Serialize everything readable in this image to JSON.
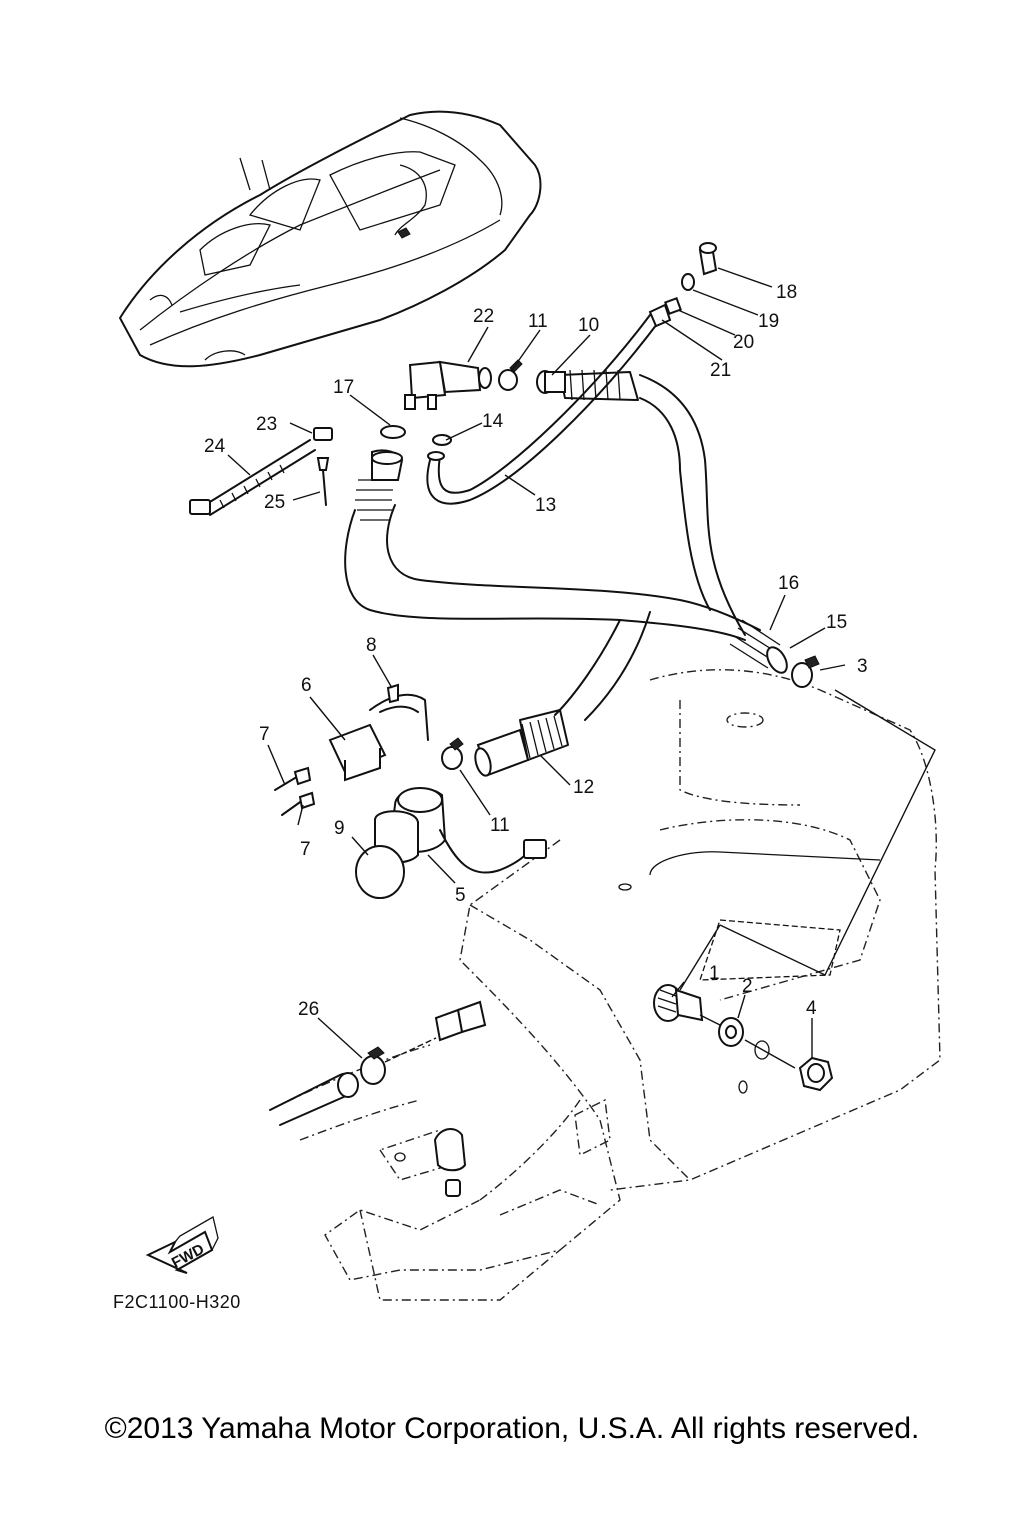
{
  "callouts": [
    {
      "id": "c1",
      "label": "1"
    },
    {
      "id": "c2",
      "label": "2"
    },
    {
      "id": "c3",
      "label": "3"
    },
    {
      "id": "c4",
      "label": "4"
    },
    {
      "id": "c5",
      "label": "5"
    },
    {
      "id": "c6",
      "label": "6"
    },
    {
      "id": "c7a",
      "label": "7"
    },
    {
      "id": "c7b",
      "label": "7"
    },
    {
      "id": "c8",
      "label": "8"
    },
    {
      "id": "c9",
      "label": "9"
    },
    {
      "id": "c10",
      "label": "10"
    },
    {
      "id": "c11a",
      "label": "11"
    },
    {
      "id": "c11b",
      "label": "11"
    },
    {
      "id": "c12",
      "label": "12"
    },
    {
      "id": "c13",
      "label": "13"
    },
    {
      "id": "c14",
      "label": "14"
    },
    {
      "id": "c15",
      "label": "15"
    },
    {
      "id": "c16",
      "label": "16"
    },
    {
      "id": "c17",
      "label": "17"
    },
    {
      "id": "c18",
      "label": "18"
    },
    {
      "id": "c19",
      "label": "19"
    },
    {
      "id": "c20",
      "label": "20"
    },
    {
      "id": "c21",
      "label": "21"
    },
    {
      "id": "c22",
      "label": "22"
    },
    {
      "id": "c23",
      "label": "23"
    },
    {
      "id": "c24",
      "label": "24"
    },
    {
      "id": "c25",
      "label": "25"
    },
    {
      "id": "c26",
      "label": "26"
    }
  ],
  "fwd_label": "FWD",
  "diagram_code": "F2C1100-H320",
  "copyright": "©2013 Yamaha Motor Corporation, U.S.A. All rights reserved."
}
